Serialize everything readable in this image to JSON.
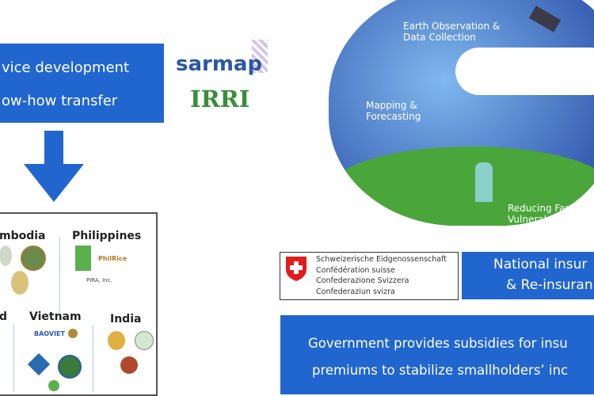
{
  "left_box": {
    "line1": "vice development",
    "line2": "ow-how transfer"
  },
  "partners": {
    "sarmap": "sarmap",
    "irri": "IRRI"
  },
  "countries": {
    "cambodia": "mbodia",
    "philippines": "Philippines",
    "thailand": "d",
    "vietnam": "Vietnam",
    "india": "India"
  },
  "logo_texts": {
    "philrice": "PhilRice",
    "pira": "PIRA, Inc.",
    "baoviet": "BAOVIET"
  },
  "illustration": {
    "eo": "Earth Observation &",
    "eo2": "Data Collection",
    "map": "Mapping &",
    "map2": "Forecasting",
    "reduce": "Reducing Farmers'",
    "reduce2": "Vulnerability"
  },
  "swiss": {
    "l1": "Schweizerische Eidgenossenschaft",
    "l2": "Confédération suisse",
    "l3": "Confederazione Svizzera",
    "l4": "Confederaziun svizra"
  },
  "national_box": {
    "line1": "National insur",
    "line2": "& Re-insuran"
  },
  "gov_box": {
    "line1": "Government provides subsidies for insu",
    "line2": "premiums to stabilize smallholders’ inc"
  },
  "colors": {
    "blue": "#2166cf",
    "green": "#3e8f3e"
  }
}
